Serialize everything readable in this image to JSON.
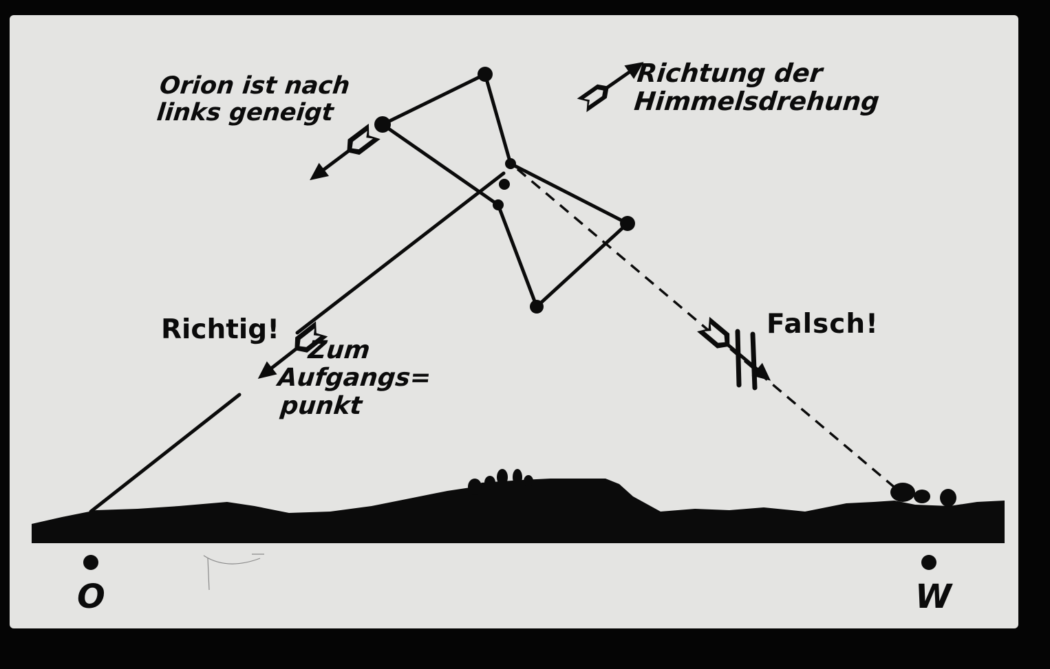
{
  "colors": {
    "background": "#e4e4e2",
    "ink": "#0b0b0b",
    "frame": "#050505"
  },
  "labels": {
    "orion_line1": "Orion ist nach",
    "orion_line2": "links geneigt",
    "direction_line1": "Richtung der",
    "direction_line2": "Himmelsdrehung",
    "correct": "Richtig!",
    "wrong": "Falsch!",
    "rise_line1": "Zum",
    "rise_line2": "Aufgangs=",
    "rise_line3": "punkt",
    "east_marker": "O",
    "west_marker": "W"
  },
  "icons": {
    "direction_arrow": "arrow-up-right-icon",
    "tilt_arrow": "arrow-down-left-icon",
    "correct_arrow": "arrow-down-left-icon",
    "wrong_arrow": "crossed-arrow-icon"
  }
}
